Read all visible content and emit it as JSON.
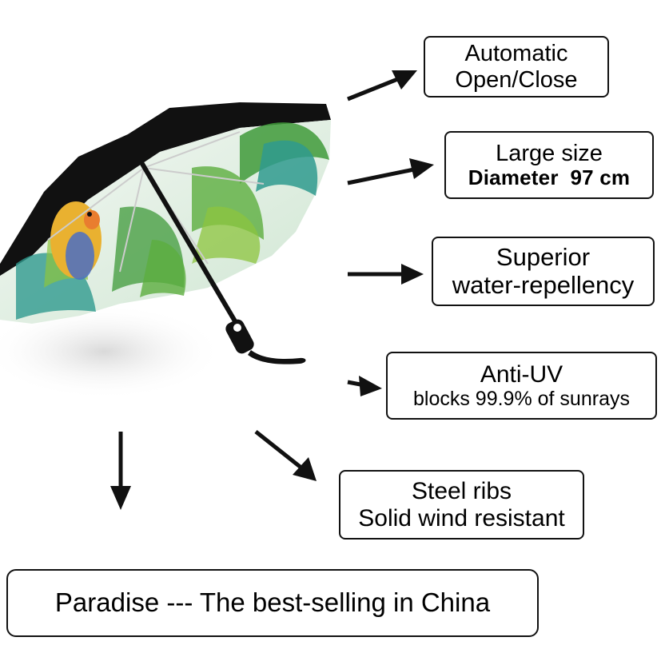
{
  "features": [
    {
      "id": "auto",
      "lines": [
        "Automatic",
        "Open/Close"
      ]
    },
    {
      "id": "size",
      "lines": [
        "Large size",
        "Diameter  97 cm"
      ]
    },
    {
      "id": "water",
      "lines": [
        "Superior",
        "water-repellency"
      ]
    },
    {
      "id": "uv",
      "lines": [
        "Anti-UV",
        "blocks 99.9% of sunrays"
      ]
    },
    {
      "id": "steel",
      "lines": [
        "Steel ribs",
        "Solid wind resistant"
      ]
    }
  ],
  "tagline": "Paradise --- The best-selling in China",
  "colors": {
    "canopy_outer": "#111111",
    "canopy_inner_light": "#e8f3ea",
    "leaf_green": "#3f9a3a",
    "leaf_teal": "#2f9a8e",
    "parrot_yellow": "#e9b130",
    "parrot_blue": "#4a6fc4",
    "border": "#111111"
  },
  "icons": [
    "umbrella-image",
    "arrow-icon"
  ]
}
